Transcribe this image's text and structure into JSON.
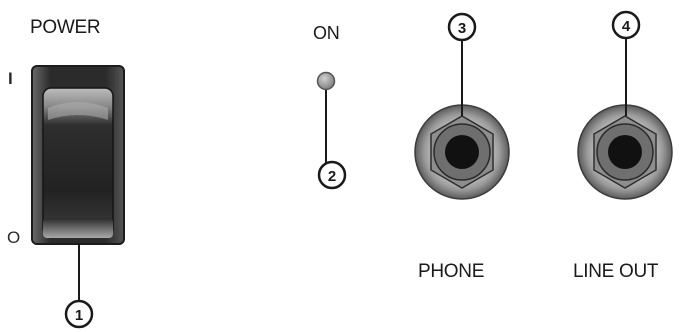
{
  "labels": {
    "power": "POWER",
    "on": "ON",
    "phone": "PHONE",
    "line_out": "LINE OUT"
  },
  "switch_marks": {
    "on_mark": "I",
    "off_mark": "O"
  },
  "callouts": [
    "1",
    "2",
    "3",
    "4"
  ],
  "icons": {
    "switch": "rocker-switch-icon",
    "led": "led-indicator-icon",
    "jack": "quarter-inch-jack-icon"
  },
  "colors": {
    "led": "#8c8c8c",
    "switch_body": "#3a3a3a",
    "jack_ring": "#9a9a9a",
    "jack_hole": "#111111"
  }
}
